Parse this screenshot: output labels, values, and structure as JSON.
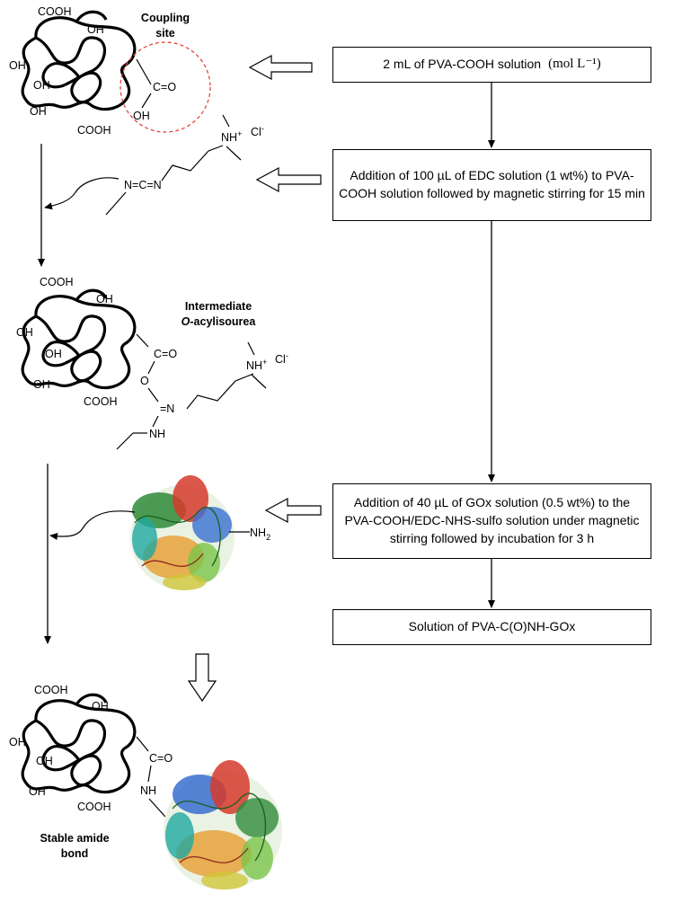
{
  "labels": {
    "coupling_site": [
      "Coupling",
      "site"
    ],
    "intermediate": "Intermediate",
    "acylisourea_prefix": "O",
    "acylisourea_suffix": "-acylisourea",
    "stable_amide": [
      "Stable amide",
      "bond"
    ]
  },
  "chem": {
    "cooh": "COOH",
    "oh": "OH",
    "c_eq_o": "C=O",
    "carbodiimide": "N=C=N",
    "nh_plus": "NH",
    "plus": "+",
    "cl": "Cl",
    "minus": "-",
    "o": "O",
    "eq_n": "=N",
    "nh": "NH",
    "nh2": "NH",
    "sub2": "2"
  },
  "steps": [
    {
      "text": "2 mL of PVA-COOH solution",
      "unit": "(mol L⁻¹)"
    },
    {
      "text": "Addition of 100 µL of EDC solution (1 wt%) to PVA-COOH solution followed by magnetic stirring for 15 min"
    },
    {
      "text": "Addition of 40 µL of GOx solution (0.5 wt%) to the PVA-COOH/EDC-NHS-sulfo solution under magnetic stirring followed by incubation for 3 h"
    },
    {
      "text": "Solution of PVA-C(O)NH-GOx"
    }
  ],
  "colors": {
    "coupling_circle": "#e8463c",
    "line": "#000000",
    "protein": [
      "#2e8b3a",
      "#d63a2c",
      "#e8a23a",
      "#3a6fd0",
      "#7bc44a",
      "#1fa7a0",
      "#d0c63a"
    ]
  }
}
